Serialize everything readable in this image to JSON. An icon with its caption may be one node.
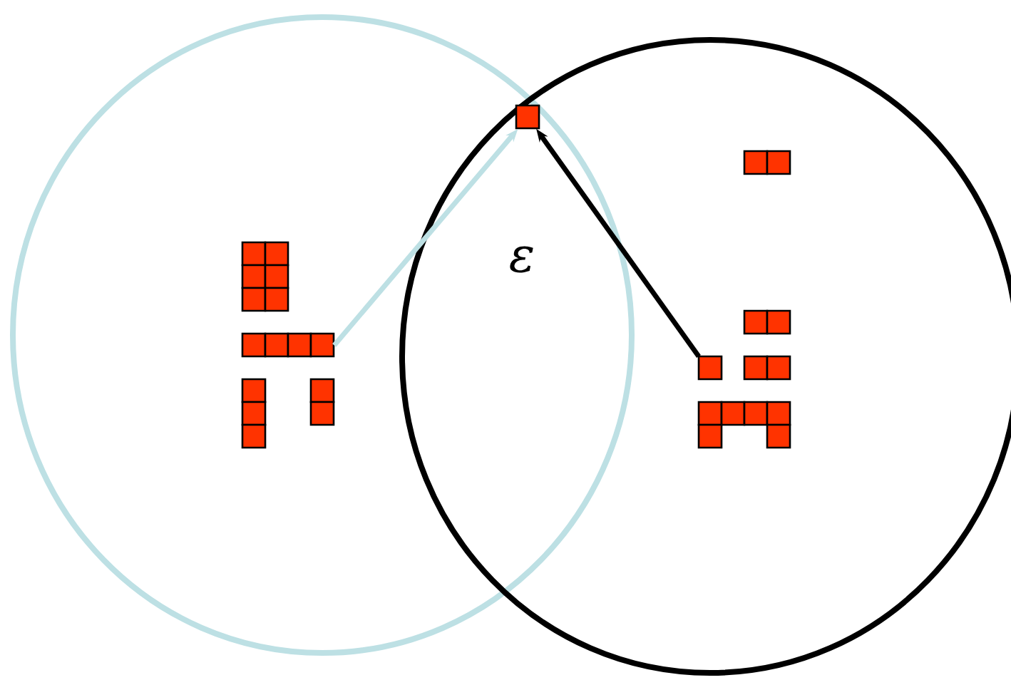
{
  "diagram": {
    "nodes": [
      {
        "text": [],
        "shape": "circle"
      },
      {
        "text": [],
        "shape": "circle"
      },
      {
        "text": [],
        "shape": "box"
      },
      {
        "text": [],
        "shape": "box",
        "in": 0
      },
      {
        "text": [],
        "shape": "box",
        "in": 0
      },
      {
        "text": [],
        "shape": "box",
        "in": 0
      },
      {
        "text": [],
        "shape": "box",
        "in": 0
      },
      {
        "text": [],
        "shape": "box",
        "in": 1
      },
      {
        "text": [],
        "shape": "box",
        "in": 1
      },
      {
        "text": [],
        "shape": "box",
        "in": 1
      },
      {
        "text": [],
        "shape": "box",
        "in": 1
      },
      {
        "text": [],
        "shape": "box",
        "in": 1
      }
    ],
    "edges": [
      {
        "from": 4,
        "to": 2,
        "arrow": "to",
        "color": "#bde0e4"
      },
      {
        "from": 9,
        "to": 2,
        "arrow": "to",
        "color": "#000000"
      }
    ],
    "labels": [
      "ε"
    ]
  }
}
